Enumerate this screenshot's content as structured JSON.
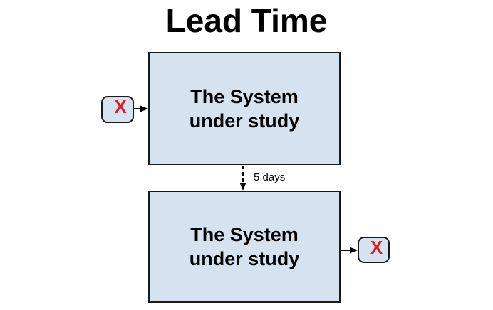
{
  "title": "Lead Time",
  "colors": {
    "background": "#ffffff",
    "box_fill": "#d5e3f1",
    "box_border": "#1a1a1a",
    "arrow": "#000000",
    "text": "#000000",
    "x_mark": "#e01b24"
  },
  "diagram": {
    "type": "flow",
    "box1": {
      "line1": "The System",
      "line2": "under study"
    },
    "box2": {
      "line1": "The System",
      "line2": "under study"
    },
    "input_node": {
      "label": "X"
    },
    "output_node": {
      "label": "X"
    },
    "transition_label": "5 days"
  }
}
